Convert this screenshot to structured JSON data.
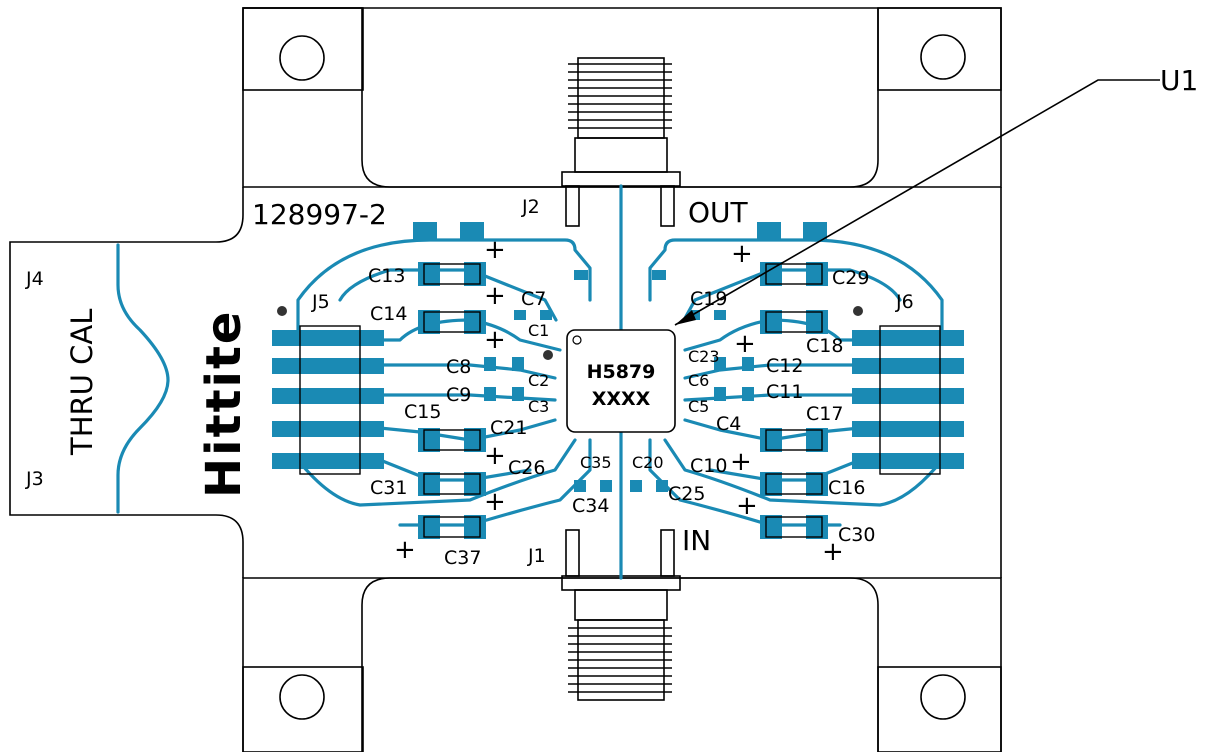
{
  "board": {
    "part_number": "128997-2",
    "brand": "Hittite",
    "thru_cal_label": "THRU CAL",
    "pointer_label": "U1"
  },
  "chip": {
    "line1": "H5879",
    "line2": "XXXX"
  },
  "connectors": {
    "j1": "J1",
    "j2": "J2",
    "j3": "J3",
    "j4": "J4",
    "j5": "J5",
    "j6": "J6"
  },
  "ports": {
    "out": "OUT",
    "in": "IN"
  },
  "components": {
    "c1": "C1",
    "c2": "C2",
    "c3": "C3",
    "c4": "C4",
    "c5": "C5",
    "c6": "C6",
    "c7": "C7",
    "c8": "C8",
    "c9": "C9",
    "c10": "C10",
    "c11": "C11",
    "c12": "C12",
    "c13": "C13",
    "c14": "C14",
    "c15": "C15",
    "c16": "C16",
    "c17": "C17",
    "c18": "C18",
    "c19": "C19",
    "c20": "C20",
    "c21": "C21",
    "c23": "C23",
    "c25": "C25",
    "c26": "C26",
    "c29": "C29",
    "c30": "C30",
    "c31": "C31",
    "c34": "C34",
    "c35": "C35",
    "c37": "C37"
  },
  "polarity_mark": "+",
  "colors": {
    "trace": "#1a8ab4",
    "outline": "#000000",
    "background": "#ffffff"
  }
}
